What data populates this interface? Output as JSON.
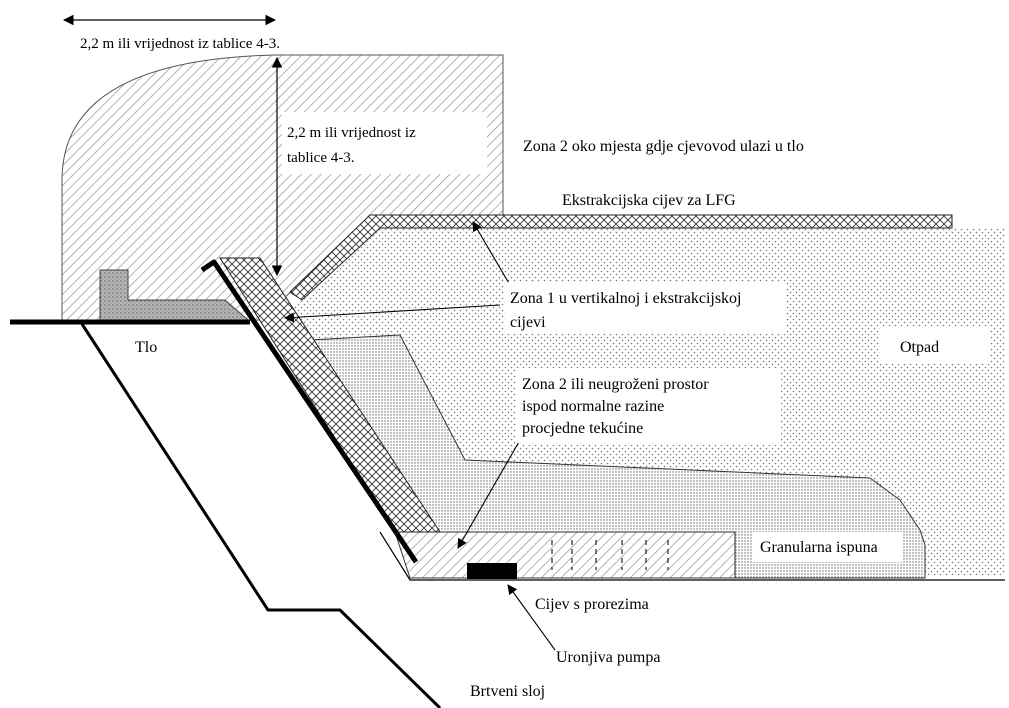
{
  "labels": {
    "top_width": "2,2 m ili vrijednost iz tablice 4-3.",
    "vertical_height_line1": "2,2 m ili vrijednost iz",
    "vertical_height_line2": "tablice 4-3.",
    "zone2_entry": "Zona 2 oko mjesta gdje cjevovod ulazi u tlo",
    "lfg_pipe": "Ekstrakcijska cijev za LFG",
    "zone1_line1": "Zona 1 u vertikalnoj i ekstrakcijskoj",
    "zone1_line2": "cijevi",
    "ground": "Tlo",
    "waste": "Otpad",
    "zone2_below_line1": "Zona 2 ili neugroženi prostor",
    "zone2_below_line2": "ispod normalne razine",
    "zone2_below_line3": "procjedne tekućine",
    "granular_fill": "Granularna ispuna",
    "slotted_pipe": "Cijev s prorezima",
    "submersible_pump": "Uronjiva pumpa",
    "sealing_layer": "Brtveni sloj"
  },
  "colors": {
    "ink": "#000000",
    "hatch": "#8a8a8a",
    "dots": "#777777",
    "concrete": "#9a9a9a"
  }
}
